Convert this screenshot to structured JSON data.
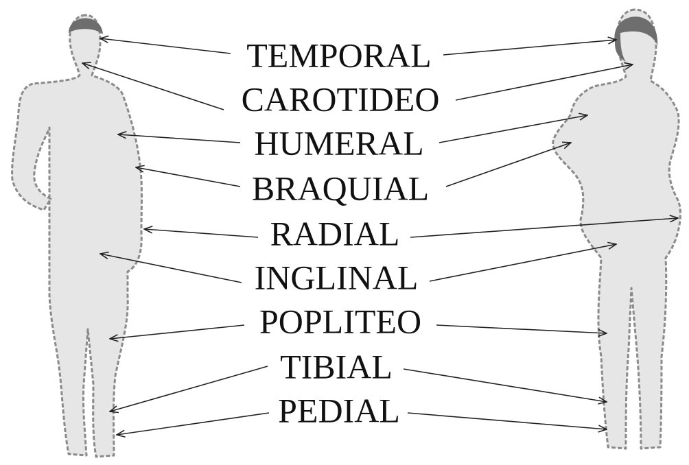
{
  "labels": [
    "TEMPORAL",
    "CAROTIDEO",
    "HUMERAL",
    "BRAQUIAL",
    "RADIAL",
    "INGLINAL",
    "POPLITEO",
    "TIBIAL",
    "PEDIAL"
  ],
  "colors": {
    "skin": "#e6e6e6",
    "outline": "#8a8a8a",
    "hair": "#6e6e6e",
    "text": "#111111",
    "arrow": "#222222"
  }
}
